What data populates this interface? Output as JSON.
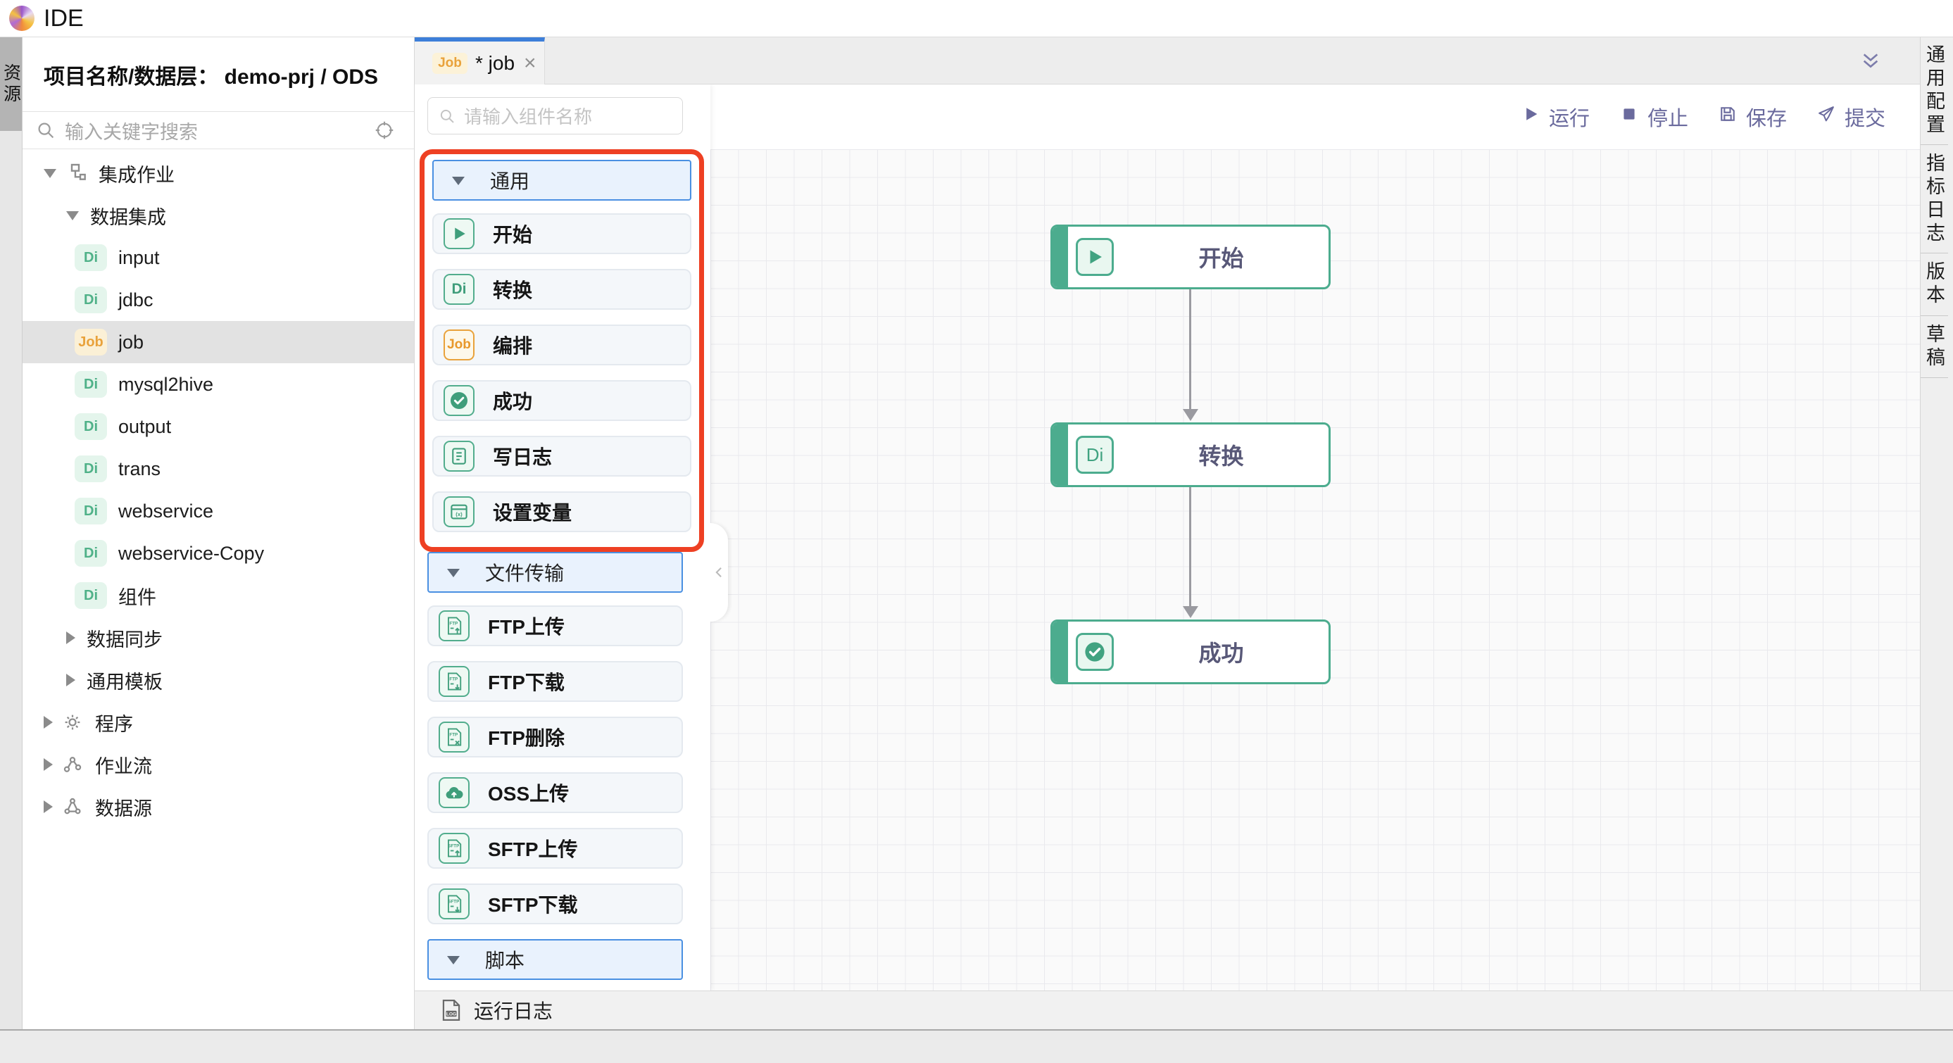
{
  "app": {
    "title": "IDE"
  },
  "left_rail": {
    "tab_label": "资源"
  },
  "explorer": {
    "header": "项目名称/数据层： demo-prj / ODS",
    "search_placeholder": "输入关键字搜索",
    "tree": [
      {
        "label": "集成作业",
        "level": 1,
        "arrow": "down",
        "icon": "org"
      },
      {
        "label": "数据集成",
        "level": 2,
        "arrow": "down"
      },
      {
        "label": "input",
        "level": 3,
        "badge": "Di"
      },
      {
        "label": "jdbc",
        "level": 3,
        "badge": "Di"
      },
      {
        "label": "job",
        "level": 3,
        "badge": "Job",
        "selected": true
      },
      {
        "label": "mysql2hive",
        "level": 3,
        "badge": "Di"
      },
      {
        "label": "output",
        "level": 3,
        "badge": "Di"
      },
      {
        "label": "trans",
        "level": 3,
        "badge": "Di"
      },
      {
        "label": "webservice",
        "level": 3,
        "badge": "Di"
      },
      {
        "label": "webservice-Copy",
        "level": 3,
        "badge": "Di"
      },
      {
        "label": "组件",
        "level": 3,
        "badge": "Di"
      },
      {
        "label": "数据同步",
        "level": 2,
        "arrow": "right"
      },
      {
        "label": "通用模板",
        "level": 2,
        "arrow": "right"
      },
      {
        "label": "程序",
        "level": 1,
        "arrow": "right",
        "icon": "gear"
      },
      {
        "label": "作业流",
        "level": 1,
        "arrow": "right",
        "icon": "flow"
      },
      {
        "label": "数据源",
        "level": 1,
        "arrow": "right",
        "icon": "datasource"
      }
    ]
  },
  "editor": {
    "tab": {
      "badge": "Job",
      "title": "* job",
      "close": "×"
    },
    "toolbar": [
      {
        "id": "run",
        "label": "运行"
      },
      {
        "id": "stop",
        "label": "停止"
      },
      {
        "id": "save",
        "label": "保存"
      },
      {
        "id": "submit",
        "label": "提交"
      }
    ]
  },
  "palette": {
    "search_placeholder": "请输入组件名称",
    "sections": [
      {
        "label": "通用",
        "highlighted": true,
        "items": [
          {
            "label": "开始",
            "icon": "play"
          },
          {
            "label": "转换",
            "icon": "di",
            "icon_text": "Di"
          },
          {
            "label": "编排",
            "icon": "job",
            "icon_text": "Job"
          },
          {
            "label": "成功",
            "icon": "check"
          },
          {
            "label": "写日志",
            "icon": "log"
          },
          {
            "label": "设置变量",
            "icon": "variable",
            "icon_text": "(x)"
          }
        ]
      },
      {
        "label": "文件传输",
        "items": [
          {
            "label": "FTP上传",
            "icon": "ftp-up",
            "icon_text": "FTP"
          },
          {
            "label": "FTP下载",
            "icon": "ftp-down",
            "icon_text": "FTP"
          },
          {
            "label": "FTP删除",
            "icon": "ftp-del",
            "icon_text": "FTP"
          },
          {
            "label": "OSS上传",
            "icon": "oss"
          },
          {
            "label": "SFTP上传",
            "icon": "ftp-up",
            "icon_text": "SFTP"
          },
          {
            "label": "SFTP下载",
            "icon": "ftp-down",
            "icon_text": "SFTP"
          }
        ]
      },
      {
        "label": "脚本",
        "items": []
      }
    ]
  },
  "canvas": {
    "nodes": [
      {
        "label": "开始",
        "icon": "play"
      },
      {
        "label": "转换",
        "icon": "di",
        "icon_text": "Di"
      },
      {
        "label": "成功",
        "icon": "check"
      }
    ]
  },
  "right_rail": {
    "tabs": [
      "通用配置",
      "指标日志",
      "版本",
      "草稿"
    ]
  },
  "bottom": {
    "run_log_label": "运行日志",
    "log_icon_text": "LOG"
  },
  "colors": {
    "accent_green": "#4cac8e",
    "accent_orange": "#e9a23b",
    "accent_blue": "#4a90e2",
    "highlight_red": "#ee4023",
    "toolbar_purple": "#6a6a9d"
  }
}
